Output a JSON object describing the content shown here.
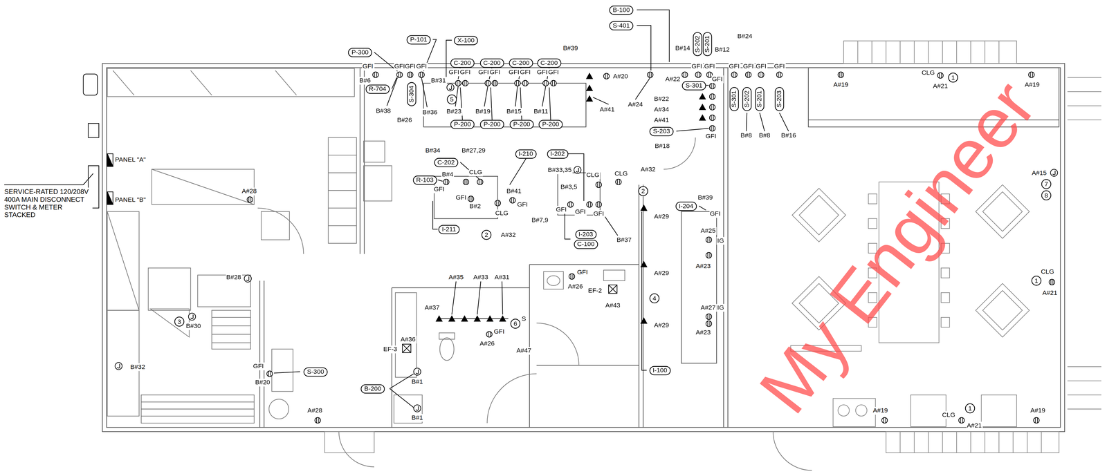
{
  "diagram": {
    "nodes": [
      {
        "text": [
          "B-100"
        ]
      },
      {
        "text": [
          "S-401"
        ]
      },
      {
        "text": [
          "P-101"
        ]
      },
      {
        "text": [
          "X-100"
        ]
      },
      {
        "text": [
          "S-202"
        ]
      },
      {
        "text": [
          "S-201"
        ]
      },
      {
        "text": [
          "P-300"
        ]
      },
      {
        "text": [
          "C-200"
        ]
      },
      {
        "text": [
          "C-200"
        ]
      },
      {
        "text": [
          "C-200"
        ]
      },
      {
        "text": [
          "C-200"
        ]
      },
      {
        "text": [
          "S-301"
        ]
      },
      {
        "text": [
          "R-704"
        ]
      },
      {
        "text": [
          "S-304"
        ]
      },
      {
        "text": [
          "S-301"
        ]
      },
      {
        "text": [
          "S-202"
        ]
      },
      {
        "text": [
          "S-201"
        ]
      },
      {
        "text": [
          "S-203"
        ]
      },
      {
        "text": [
          "5"
        ]
      },
      {
        "text": [
          "P-200"
        ]
      },
      {
        "text": [
          "P-200"
        ]
      },
      {
        "text": [
          "P-200"
        ]
      },
      {
        "text": [
          "P-200"
        ]
      },
      {
        "text": [
          "S-203"
        ]
      },
      {
        "text": [
          "I-210"
        ]
      },
      {
        "text": [
          "I-202"
        ]
      },
      {
        "text": [
          "C-202"
        ]
      },
      {
        "text": [
          "R-103"
        ]
      },
      {
        "text": [
          "2"
        ]
      },
      {
        "text": [
          "I-204"
        ]
      },
      {
        "text": [
          "I-211"
        ]
      },
      {
        "text": [
          "I-203"
        ]
      },
      {
        "text": [
          "2"
        ]
      },
      {
        "text": [
          "C-100"
        ]
      },
      {
        "text": [
          "4"
        ]
      },
      {
        "text": [
          "3"
        ]
      },
      {
        "text": [
          "6"
        ]
      },
      {
        "text": [
          "S-300"
        ]
      },
      {
        "text": [
          "B-200"
        ]
      },
      {
        "text": [
          "I-100"
        ]
      },
      {
        "text": [
          "1"
        ]
      },
      {
        "text": [
          "7"
        ]
      },
      {
        "text": [
          "8"
        ]
      },
      {
        "text": [
          "1"
        ]
      },
      {
        "text": [
          "1"
        ]
      }
    ],
    "labels": [
      "GFI",
      "GFI",
      "GFI",
      "GFI",
      "B#6",
      "B#31",
      "B#38",
      "B#26",
      "B#36",
      "GFI",
      "GFI",
      "GFI",
      "GFI",
      "GFI",
      "GFI",
      "GFI",
      "GFI",
      "B#23",
      "B#19",
      "B#15",
      "B#11",
      "B#39",
      "A#20",
      "A#41",
      "A#24",
      "B#14",
      "B#12",
      "B#24",
      "A#22",
      "GFI",
      "GFI",
      "GFI",
      "GFI",
      "GFI",
      "GFI",
      "GFI",
      "B#22",
      "A#34",
      "A#41",
      "B#18",
      "GFI",
      "B#8",
      "B#8",
      "B#16",
      "A#19",
      "CLG",
      "A#21",
      "A#19",
      "B#34",
      "B#27,29",
      "CLG",
      "B#4",
      "GFI",
      "GFI",
      "B#2",
      "B#41",
      "GFI",
      "CLG",
      "A#32",
      "B#33,35",
      "CLG",
      "CLG",
      "A#32",
      "B#3,5",
      "GFI",
      "GFI",
      "GFI",
      "B#7,9",
      "B#37",
      "A#29",
      "B#39",
      "GFI",
      "A#25",
      "IG",
      "A#23",
      "A#29",
      "A#27",
      "IG",
      "A#23",
      "A#29",
      "A#15",
      "CLG",
      "A#21",
      "A#28",
      "B#28",
      "B#30",
      "B#32",
      "GFI",
      "B#20",
      "A#28",
      "A#35",
      "A#33",
      "A#31",
      "A#37",
      "A#36",
      "EF-3",
      "GFI",
      "A#26",
      "EF-2",
      "A#43",
      "GFI",
      "A#26",
      "A#47",
      "S",
      "B#1",
      "B#1",
      "A#19",
      "CLG",
      "A#21",
      "A#19",
      "PANEL \"A\"",
      "PANEL \"B\"",
      "SERVICE-RATED 120/208V 400A MAIN DISCONNECT SWITCH & METER STACKED",
      "My Engineer"
    ]
  }
}
